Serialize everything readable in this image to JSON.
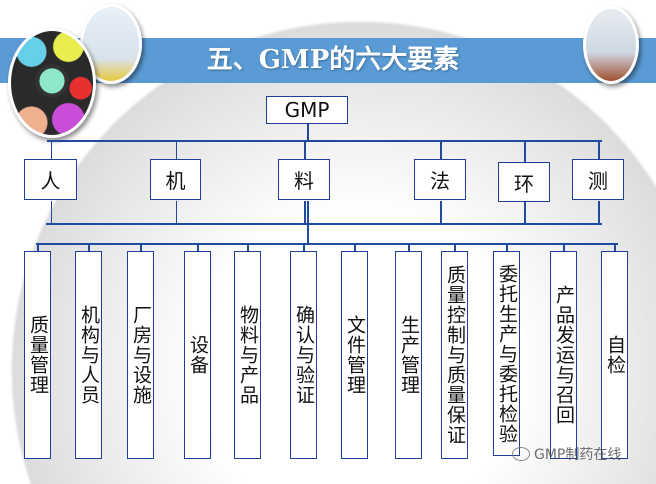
{
  "slide_title": "五、GMP的六大要素",
  "root": "GMP",
  "elements": [
    "人",
    "机",
    "料",
    "法",
    "环",
    "测"
  ],
  "items": [
    "质量管理",
    "机构与人员",
    "厂房与设施",
    "设备",
    "物料与产品",
    "确认与验证",
    "文件管理",
    "生产管理",
    "质量控制与质量保证",
    "委托生产与委托检验",
    "产品发运与召回",
    "自检"
  ],
  "watermark": "GMP制药在线",
  "colors": {
    "band": "#5b9bd5",
    "line": "#1f4aa0"
  }
}
